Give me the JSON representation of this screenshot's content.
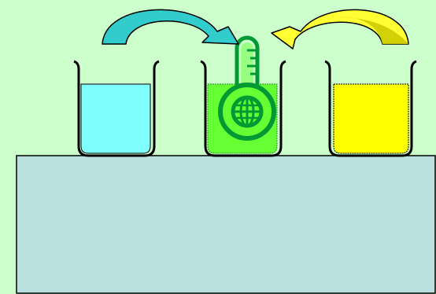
{
  "colors": {
    "background": "#ccffcc",
    "table_fill": "#bbe0e0",
    "beaker_outline": "#000000",
    "liquid_left": "#80ffff",
    "liquid_middle": "#66ff33",
    "liquid_right": "#ffff00",
    "arrow_left": "#33cccc",
    "arrow_right": "#cccc00",
    "thermometer": "#009933"
  },
  "beakers": [
    {
      "name": "beaker-left",
      "liquid": "cold-water"
    },
    {
      "name": "beaker-middle",
      "liquid": "mixture"
    },
    {
      "name": "beaker-right",
      "liquid": "warm-water"
    }
  ],
  "icons": {
    "thermometer": "thermometer-icon",
    "globe": "globe-icon",
    "arrow_left": "curved-arrow-right-icon",
    "arrow_right": "curved-arrow-left-icon"
  }
}
